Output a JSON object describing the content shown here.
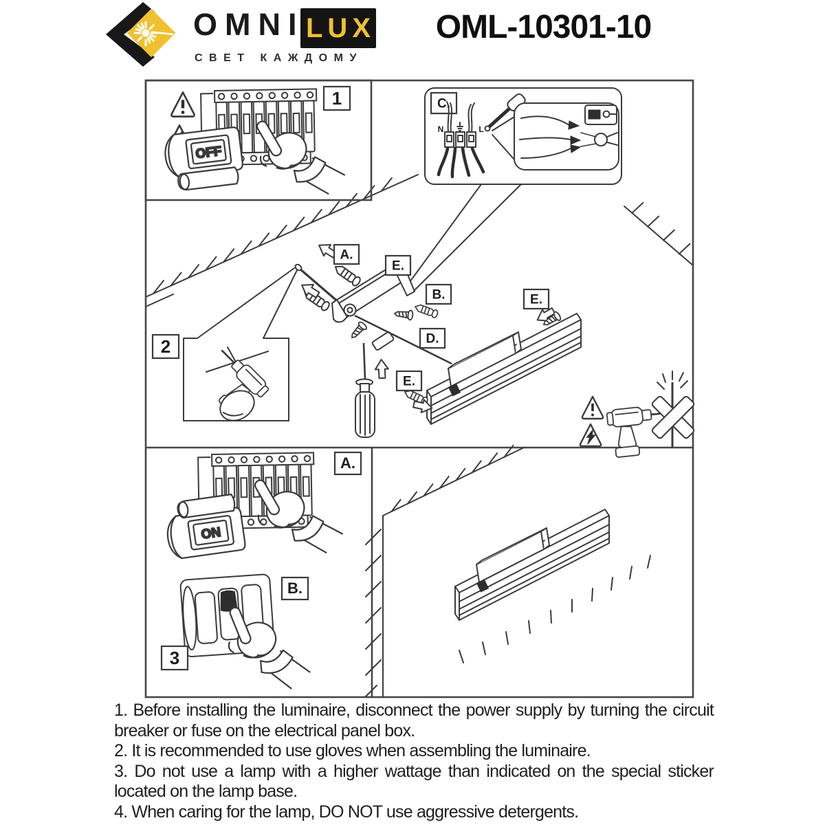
{
  "brand": {
    "name_part1": "OMNI",
    "name_part2": "LUX",
    "tagline": "СВЕТ КАЖДОМУ",
    "yellow": "#F0C12F",
    "black": "#141414"
  },
  "header": {
    "model": "OML-10301-10"
  },
  "diagram": {
    "step_labels": {
      "s1": "1",
      "s2": "2",
      "s3": "3"
    },
    "callout_labels": {
      "a": "A.",
      "b": "B.",
      "c": "C.",
      "d": "D.",
      "e": "E."
    },
    "switch_off": "OFF",
    "switch_on": "ON",
    "terminal": {
      "n": "N",
      "l": "L"
    }
  },
  "instructions": [
    "1. Before installing the luminaire, disconnect the power supply by turning the circuit breaker or fuse on the electrical panel box.",
    "2. It is recommended to use gloves when assembling the luminaire.",
    "3. Do not use a lamp with a higher wattage than indicated on the special sticker located on the lamp base.",
    "4. When caring for the lamp, DO NOT use aggressive detergents."
  ]
}
